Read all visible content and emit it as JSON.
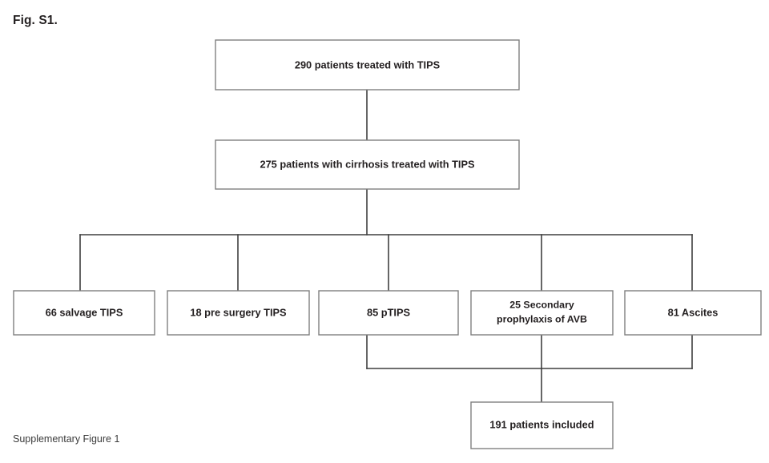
{
  "figure": {
    "title": "Fig. S1.",
    "caption": "Supplementary Figure 1"
  },
  "chart_data": {
    "type": "diagram",
    "diagram_kind": "flowchart",
    "title": "Fig. S1.",
    "caption": "Supplementary Figure 1",
    "nodes": [
      {
        "id": "n1",
        "label": "290 patients treated with TIPS",
        "value": 290,
        "level": 0
      },
      {
        "id": "n2",
        "label": "275 patients with cirrhosis treated with TIPS",
        "value": 275,
        "level": 1
      },
      {
        "id": "n3",
        "label": "66 salvage TIPS",
        "value": 66,
        "level": 2
      },
      {
        "id": "n4",
        "label": "18 pre surgery TIPS",
        "value": 18,
        "level": 2
      },
      {
        "id": "n5",
        "label": "85 pTIPS",
        "value": 85,
        "level": 2
      },
      {
        "id": "n6",
        "label_line1": "25 Secondary",
        "label_line2": "prophylaxis of AVB",
        "label": "25 Secondary prophylaxis of AVB",
        "value": 25,
        "level": 2
      },
      {
        "id": "n7",
        "label": "81 Ascites",
        "value": 81,
        "level": 2
      },
      {
        "id": "n8",
        "label": "191 patients included",
        "value": 191,
        "level": 3
      }
    ],
    "edges": [
      {
        "from": "n1",
        "to": "n2"
      },
      {
        "from": "n2",
        "to": "n3"
      },
      {
        "from": "n2",
        "to": "n4"
      },
      {
        "from": "n2",
        "to": "n5"
      },
      {
        "from": "n2",
        "to": "n6"
      },
      {
        "from": "n2",
        "to": "n7"
      },
      {
        "from": "n5",
        "to": "n8"
      },
      {
        "from": "n6",
        "to": "n8"
      },
      {
        "from": "n7",
        "to": "n8"
      }
    ],
    "colors": {
      "box_border": "#7f7f7f",
      "connector": "#3f3f3f",
      "text": "#231f20",
      "background": "#ffffff"
    }
  }
}
